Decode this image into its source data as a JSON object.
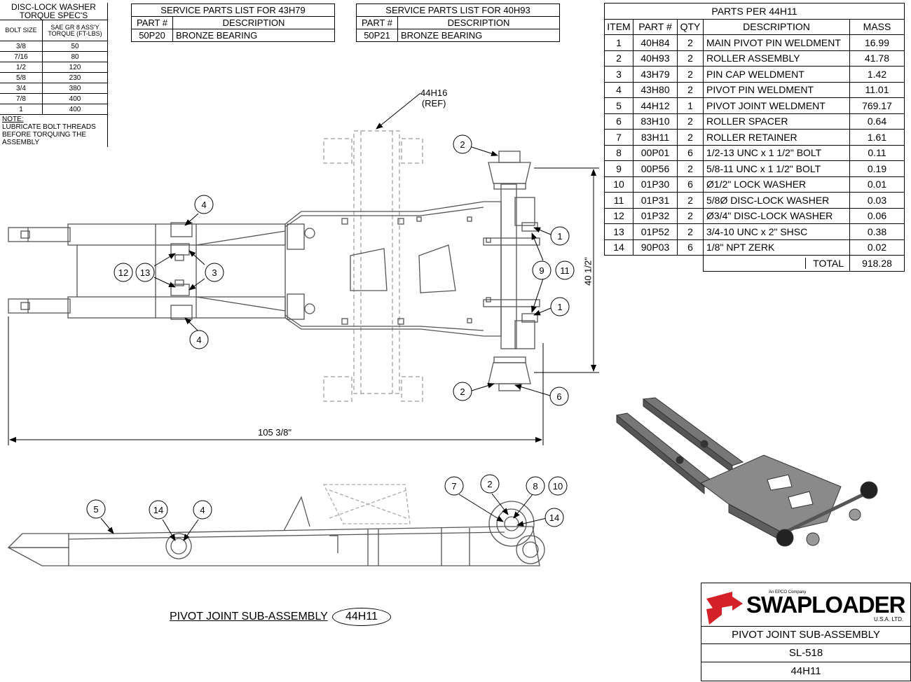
{
  "torque_spec": {
    "title": "DISC-LOCK WASHER TORQUE SPEC'S",
    "col_bolt": "BOLT SIZE",
    "col_torque": "SAE GR 8 ASS'Y TORQUE (FT-LBS)",
    "rows": [
      {
        "size": "3/8",
        "torque": "50"
      },
      {
        "size": "7/16",
        "torque": "80"
      },
      {
        "size": "1/2",
        "torque": "120"
      },
      {
        "size": "5/8",
        "torque": "230"
      },
      {
        "size": "3/4",
        "torque": "380"
      },
      {
        "size": "7/8",
        "torque": "400"
      },
      {
        "size": "1",
        "torque": "400"
      }
    ],
    "note_label": "NOTE:",
    "note_text": "LUBRICATE BOLT THREADS BEFORE TORQUING THE ASSEMBLY"
  },
  "service_43h79": {
    "title": "SERVICE PARTS LIST FOR 43H79",
    "col_part": "PART #",
    "col_desc": "DESCRIPTION",
    "part": "50P20",
    "desc": "BRONZE BEARING"
  },
  "service_40h93": {
    "title": "SERVICE PARTS LIST FOR 40H93",
    "col_part": "PART #",
    "col_desc": "DESCRIPTION",
    "part": "50P21",
    "desc": "BRONZE BEARING"
  },
  "parts_list": {
    "title": "PARTS PER 44H11",
    "headers": [
      "ITEM",
      "PART #",
      "QTY",
      "DESCRIPTION",
      "MASS"
    ],
    "rows": [
      {
        "item": "1",
        "part": "40H84",
        "qty": "2",
        "desc": "MAIN PIVOT PIN WELDMENT",
        "mass": "16.99"
      },
      {
        "item": "2",
        "part": "40H93",
        "qty": "2",
        "desc": "ROLLER ASSEMBLY",
        "mass": "41.78"
      },
      {
        "item": "3",
        "part": "43H79",
        "qty": "2",
        "desc": "PIN CAP WELDMENT",
        "mass": "1.42"
      },
      {
        "item": "4",
        "part": "43H80",
        "qty": "2",
        "desc": "PIVOT PIN WELDMENT",
        "mass": "11.01"
      },
      {
        "item": "5",
        "part": "44H12",
        "qty": "1",
        "desc": "PIVOT JOINT WELDMENT",
        "mass": "769.17"
      },
      {
        "item": "6",
        "part": "83H10",
        "qty": "2",
        "desc": "ROLLER SPACER",
        "mass": "0.64"
      },
      {
        "item": "7",
        "part": "83H11",
        "qty": "2",
        "desc": "ROLLER RETAINER",
        "mass": "1.61"
      },
      {
        "item": "8",
        "part": "00P01",
        "qty": "6",
        "desc": "1/2-13 UNC x 1 1/2\" BOLT",
        "mass": "0.11"
      },
      {
        "item": "9",
        "part": "00P56",
        "qty": "2",
        "desc": "5/8-11 UNC x 1 1/2\" BOLT",
        "mass": "0.19"
      },
      {
        "item": "10",
        "part": "01P30",
        "qty": "6",
        "desc": "Ø1/2\" LOCK WASHER",
        "mass": "0.01"
      },
      {
        "item": "11",
        "part": "01P31",
        "qty": "2",
        "desc": "5/8Ø DISC-LOCK WASHER",
        "mass": "0.03"
      },
      {
        "item": "12",
        "part": "01P32",
        "qty": "2",
        "desc": "Ø3/4\" DISC-LOCK WASHER",
        "mass": "0.06"
      },
      {
        "item": "13",
        "part": "01P52",
        "qty": "2",
        "desc": "3/4-10 UNC x 2\" SHSC",
        "mass": "0.38"
      },
      {
        "item": "14",
        "part": "90P03",
        "qty": "6",
        "desc": "1/8\" NPT ZERK",
        "mass": "0.02"
      }
    ],
    "total_label": "TOTAL",
    "total_value": "918.28"
  },
  "drawing": {
    "ref_label": "44H16",
    "ref_sub": "(REF)",
    "dim_length": "105 3/8\"",
    "dim_width": "40 1/2\"",
    "assembly_label": "PIVOT JOINT SUB-ASSEMBLY",
    "assembly_code": "44H11",
    "callouts": {
      "c1": "1",
      "c2": "2",
      "c3": "3",
      "c4": "4",
      "c5": "5",
      "c6": "6",
      "c7": "7",
      "c8": "8",
      "c9": "9",
      "c10": "10",
      "c11": "11",
      "c12": "12",
      "c13": "13",
      "c14": "14"
    }
  },
  "title_block": {
    "logo_tag": "An EPCO Company",
    "logo_text": "SWAPLOADER",
    "logo_sub": "U.S.A. LTD.",
    "name": "PIVOT JOINT SUB-ASSEMBLY",
    "drawing_no": "SL-518",
    "part_no": "44H11",
    "brand_color": "#d42027"
  }
}
